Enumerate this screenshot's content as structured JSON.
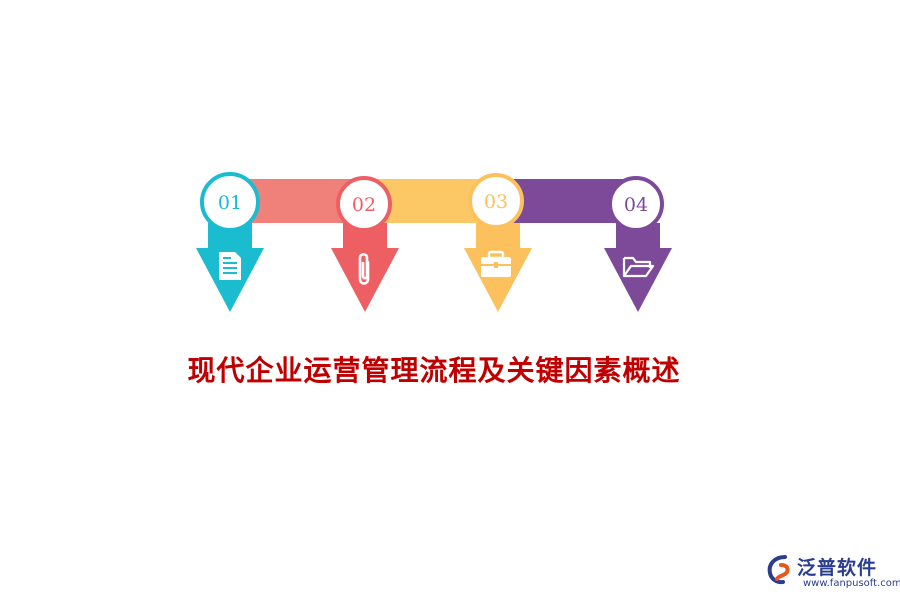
{
  "title": "现代企业运营管理流程及关键因素概述",
  "steps": [
    {
      "number": "01",
      "icon": "document-icon",
      "color": "#1bbcd0"
    },
    {
      "number": "02",
      "icon": "paperclip-icon",
      "color": "#ee5f64"
    },
    {
      "number": "03",
      "icon": "briefcase-icon",
      "color": "#fcc15c"
    },
    {
      "number": "04",
      "icon": "folder-icon",
      "color": "#7d4a9a"
    }
  ],
  "connectors": [
    "#f0807a",
    "#fcc866",
    "#7d4a9a"
  ],
  "logo": {
    "name": "泛普软件",
    "url": "www.fanpusoft.com",
    "color": "#2a3d8f",
    "accent": "#e8561e"
  }
}
